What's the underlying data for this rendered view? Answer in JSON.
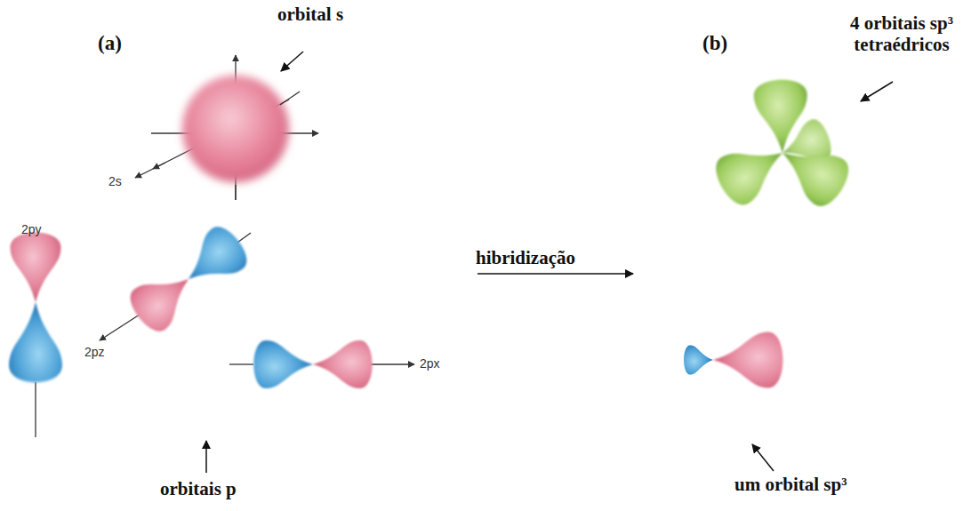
{
  "diagram": {
    "labels": [
      "orbital s",
      "(a)",
      "2s",
      "2py",
      "2pz",
      "2px",
      "orbitais p",
      "hibridização",
      "(b)",
      "4 orbitais sp³ tetraédricos",
      "um orbital sp³"
    ]
  }
}
